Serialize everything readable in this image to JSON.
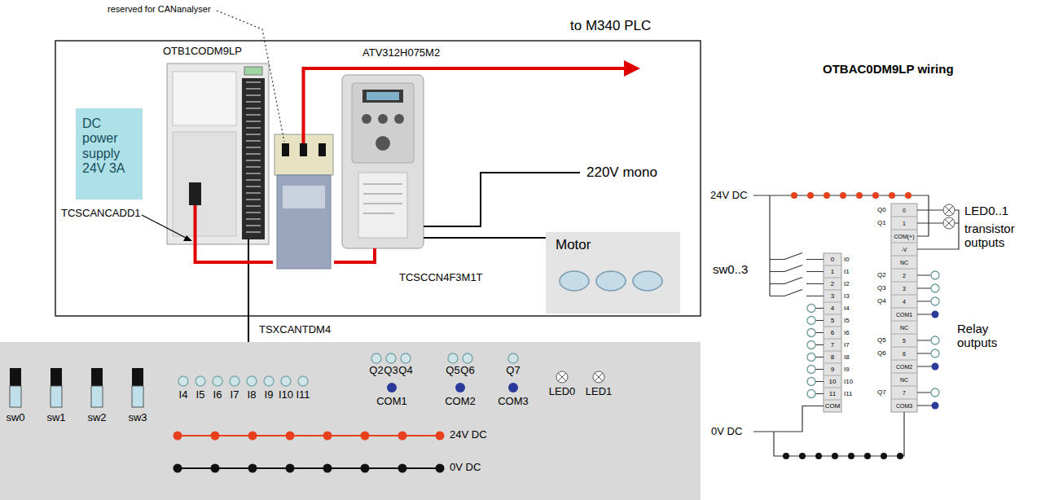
{
  "diagram": {
    "nodes": [
      {
        "text": [
          "DC power supply 24V 3A"
        ]
      },
      {
        "text": [
          "OTB1CODM9LP"
        ]
      },
      {
        "text": [
          "TSXCANTDM4"
        ]
      },
      {
        "text": [
          "ATV312H075M2"
        ]
      },
      {
        "text": [
          "Motor"
        ]
      }
    ],
    "edges": [
      {
        "from": 1,
        "to": 2,
        "arrow": "none"
      },
      {
        "from": 2,
        "to": 3,
        "arrow": "none"
      },
      {
        "from": 3,
        "to": 4,
        "arrow": "none"
      }
    ],
    "labels": [
      "reserved for CANanalyser",
      "to M340 PLC",
      "TCSCANCADD1",
      "TCSCCN4F3M1T",
      "220V mono",
      "sw0",
      "sw1",
      "sw2",
      "sw3",
      "I4",
      "I5",
      "I6",
      "I7",
      "I8",
      "I9",
      "I10",
      "I11",
      "Q2",
      "Q3",
      "Q4",
      "Q5",
      "Q6",
      "Q7",
      "COM1",
      "COM2",
      "COM3",
      "LED0",
      "LED1",
      "24V DC",
      "0V DC",
      "OTBAC0DM9LP wiring",
      "24V DC",
      "LED0..1",
      "transistor outputs",
      "sw0..3",
      "Relay outputs",
      "0V DC",
      "0",
      "1",
      "2",
      "3",
      "4",
      "5",
      "6",
      "7",
      "8",
      "9",
      "10",
      "11",
      "COM",
      "I0",
      "I1",
      "I2",
      "I3",
      "I4",
      "I5",
      "I6",
      "I7",
      "I8",
      "I9",
      "I10",
      "I11",
      "0",
      "1",
      "COM(+)",
      "-V",
      "NC",
      "2",
      "3",
      "4",
      "COM1",
      "NC",
      "5",
      "6",
      "COM2",
      "NC",
      "7",
      "COM3",
      "Q0",
      "Q1",
      "Q2",
      "Q3",
      "Q4",
      "Q5",
      "Q6",
      "Q7"
    ]
  }
}
